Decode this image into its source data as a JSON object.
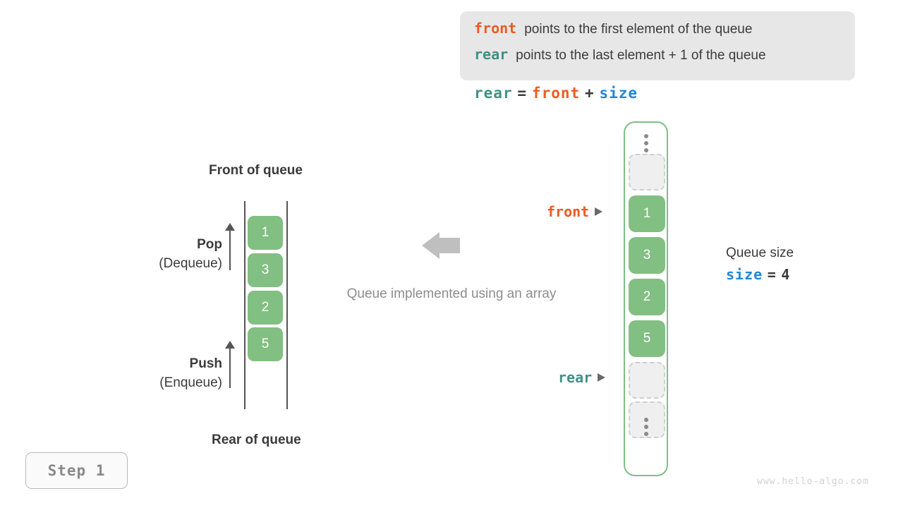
{
  "legend": {
    "lines": [
      {
        "keyword": "front",
        "keyword_color": "#ec5b22",
        "text": "points to the first element of the queue"
      },
      {
        "keyword": "rear",
        "keyword_color": "#3f9184",
        "text": "points to the last element + 1 of the queue"
      }
    ]
  },
  "formula": {
    "lhs": "rear",
    "eq": "=",
    "rhs1": "front",
    "plus": "+",
    "rhs2": "size"
  },
  "left_queue": {
    "top_label": "Front of queue",
    "bottom_label": "Rear of queue",
    "pop": {
      "title": "Pop",
      "subtitle": "(Dequeue)"
    },
    "push": {
      "title": "Push",
      "subtitle": "(Enqueue)"
    },
    "cells": [
      "1",
      "3",
      "2",
      "5"
    ]
  },
  "center": {
    "caption": "Queue implemented using an array",
    "arrow_direction": "left",
    "arrow_color": "#bfbfbf"
  },
  "array": {
    "cells": [
      {
        "value": "",
        "state": "empty"
      },
      {
        "value": "1",
        "state": "filled"
      },
      {
        "value": "3",
        "state": "filled"
      },
      {
        "value": "2",
        "state": "filled"
      },
      {
        "value": "5",
        "state": "filled"
      },
      {
        "value": "",
        "state": "empty"
      },
      {
        "value": "",
        "state": "empty"
      }
    ],
    "front_label": "front",
    "rear_label": "rear",
    "front_index": 1,
    "rear_index": 5,
    "fill_color": "#82bf82",
    "border_color": "#7fbf84"
  },
  "queue_size": {
    "title": "Queue size",
    "var": "size",
    "eq": "=",
    "value": "4"
  },
  "step": {
    "label": "Step 1"
  },
  "watermark": {
    "text": "www.hello-algo.com"
  }
}
